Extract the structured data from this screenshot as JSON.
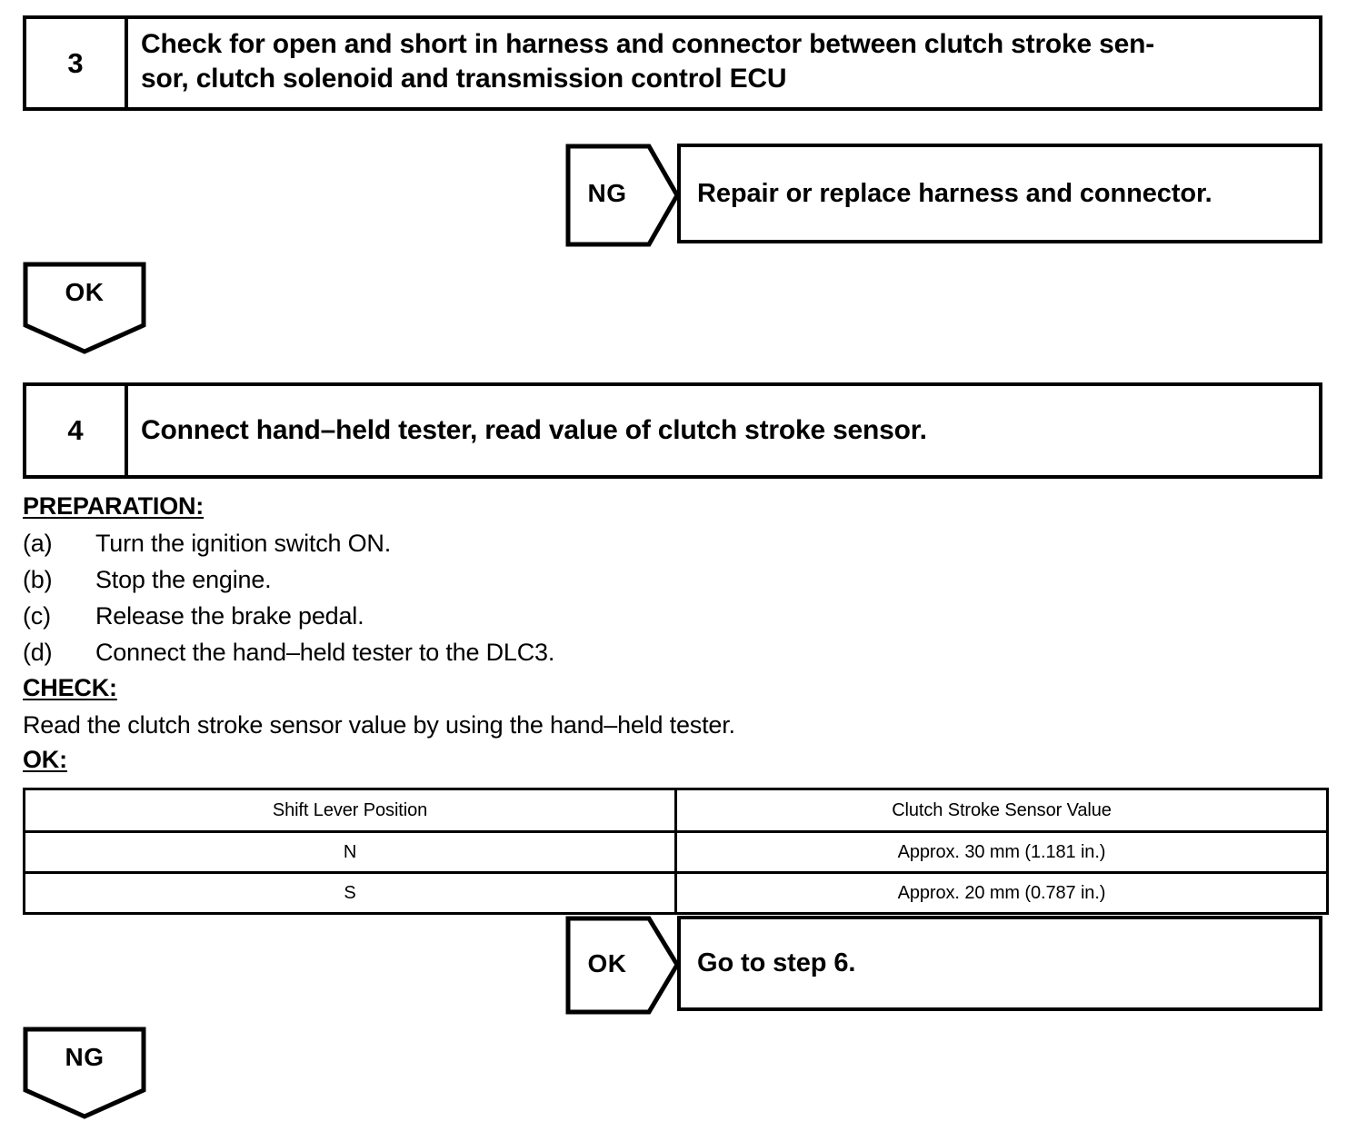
{
  "document": {
    "type": "troubleshooting-flowchart",
    "subject": "Clutch stroke sensor diagnostic procedure"
  },
  "steps": [
    {
      "number": "3",
      "instruction": "Check for open and short in harness and connector between clutch stroke sensor, clutch solenoid and transmission control ECU",
      "line1": "Check for open and short in harness and connector between clutch stroke sen-",
      "line2": "sor, clutch solenoid and transmission control ECU"
    },
    {
      "number": "4",
      "instruction": "Connect hand–held tester, read value of clutch stroke sensor."
    }
  ],
  "branches": [
    {
      "tag": "NG",
      "result": "Repair or replace harness and connector."
    },
    {
      "tag": "OK",
      "result": "Go to step 6."
    }
  ],
  "flow_tags": [
    {
      "label": "OK"
    },
    {
      "label": "NG"
    }
  ],
  "sections": {
    "preparation": {
      "heading": "PREPARATION:",
      "items": [
        {
          "marker": "(a)",
          "text": "Turn the ignition switch ON."
        },
        {
          "marker": "(b)",
          "text": "Stop the engine."
        },
        {
          "marker": "(c)",
          "text": "Release the brake pedal."
        },
        {
          "marker": "(d)",
          "text": "Connect the hand–held tester to the DLC3."
        }
      ]
    },
    "check": {
      "heading": "CHECK:",
      "text": "Read the clutch stroke sensor value by using the hand–held tester."
    },
    "ok": {
      "heading": "OK:"
    }
  },
  "spec_table": {
    "columns": [
      "Shift Lever Position",
      "Clutch Stroke Sensor Value"
    ],
    "rows": [
      {
        "position": "N",
        "value": "Approx. 30 mm (1.181 in.)"
      },
      {
        "position": "S",
        "value": "Approx. 20 mm (0.787 in.)"
      }
    ]
  },
  "colors": {
    "ink": "#000000",
    "paper": "#ffffff"
  }
}
